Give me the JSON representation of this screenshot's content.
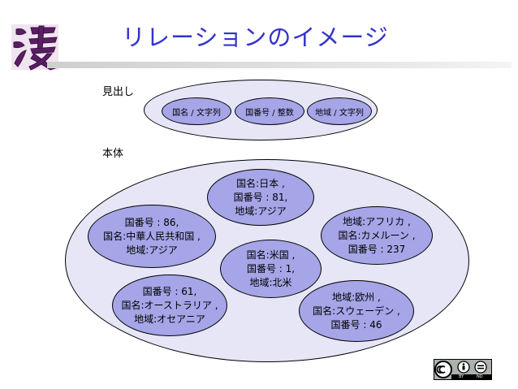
{
  "title": "リレーションのイメージ",
  "header_label": "見出し",
  "body_label": "本体",
  "attributes": [
    "国名 / 文字列",
    "国番号 / 整数",
    "地域 / 文字列"
  ],
  "records": [
    {
      "lines": [
        "国名:日本 ,",
        "国番号 : 81,",
        "地域:アジア"
      ]
    },
    {
      "lines": [
        "国番号 : 86,",
        "国名:中華人民共和国 ,",
        "地域:アジア"
      ]
    },
    {
      "lines": [
        "地域:アフリカ ,",
        "国名:カメルーン ,",
        "国番号 : 237"
      ]
    },
    {
      "lines": [
        "国名:米国 ,",
        "国番号 : 1,",
        "地域:北米"
      ]
    },
    {
      "lines": [
        "国番号 : 61,",
        "国名:オーストラリア ,",
        "地域:オセアニア"
      ]
    },
    {
      "lines": [
        "地域:欧州 ,",
        "国名:スウェーデン ,",
        "国番号 : 46"
      ]
    }
  ],
  "license": {
    "by": "BY",
    "nd": "ND"
  },
  "colors": {
    "title": "#3333cc",
    "outer_fill": "#e6e6f7",
    "inner_fill": "#a5a5e8"
  }
}
